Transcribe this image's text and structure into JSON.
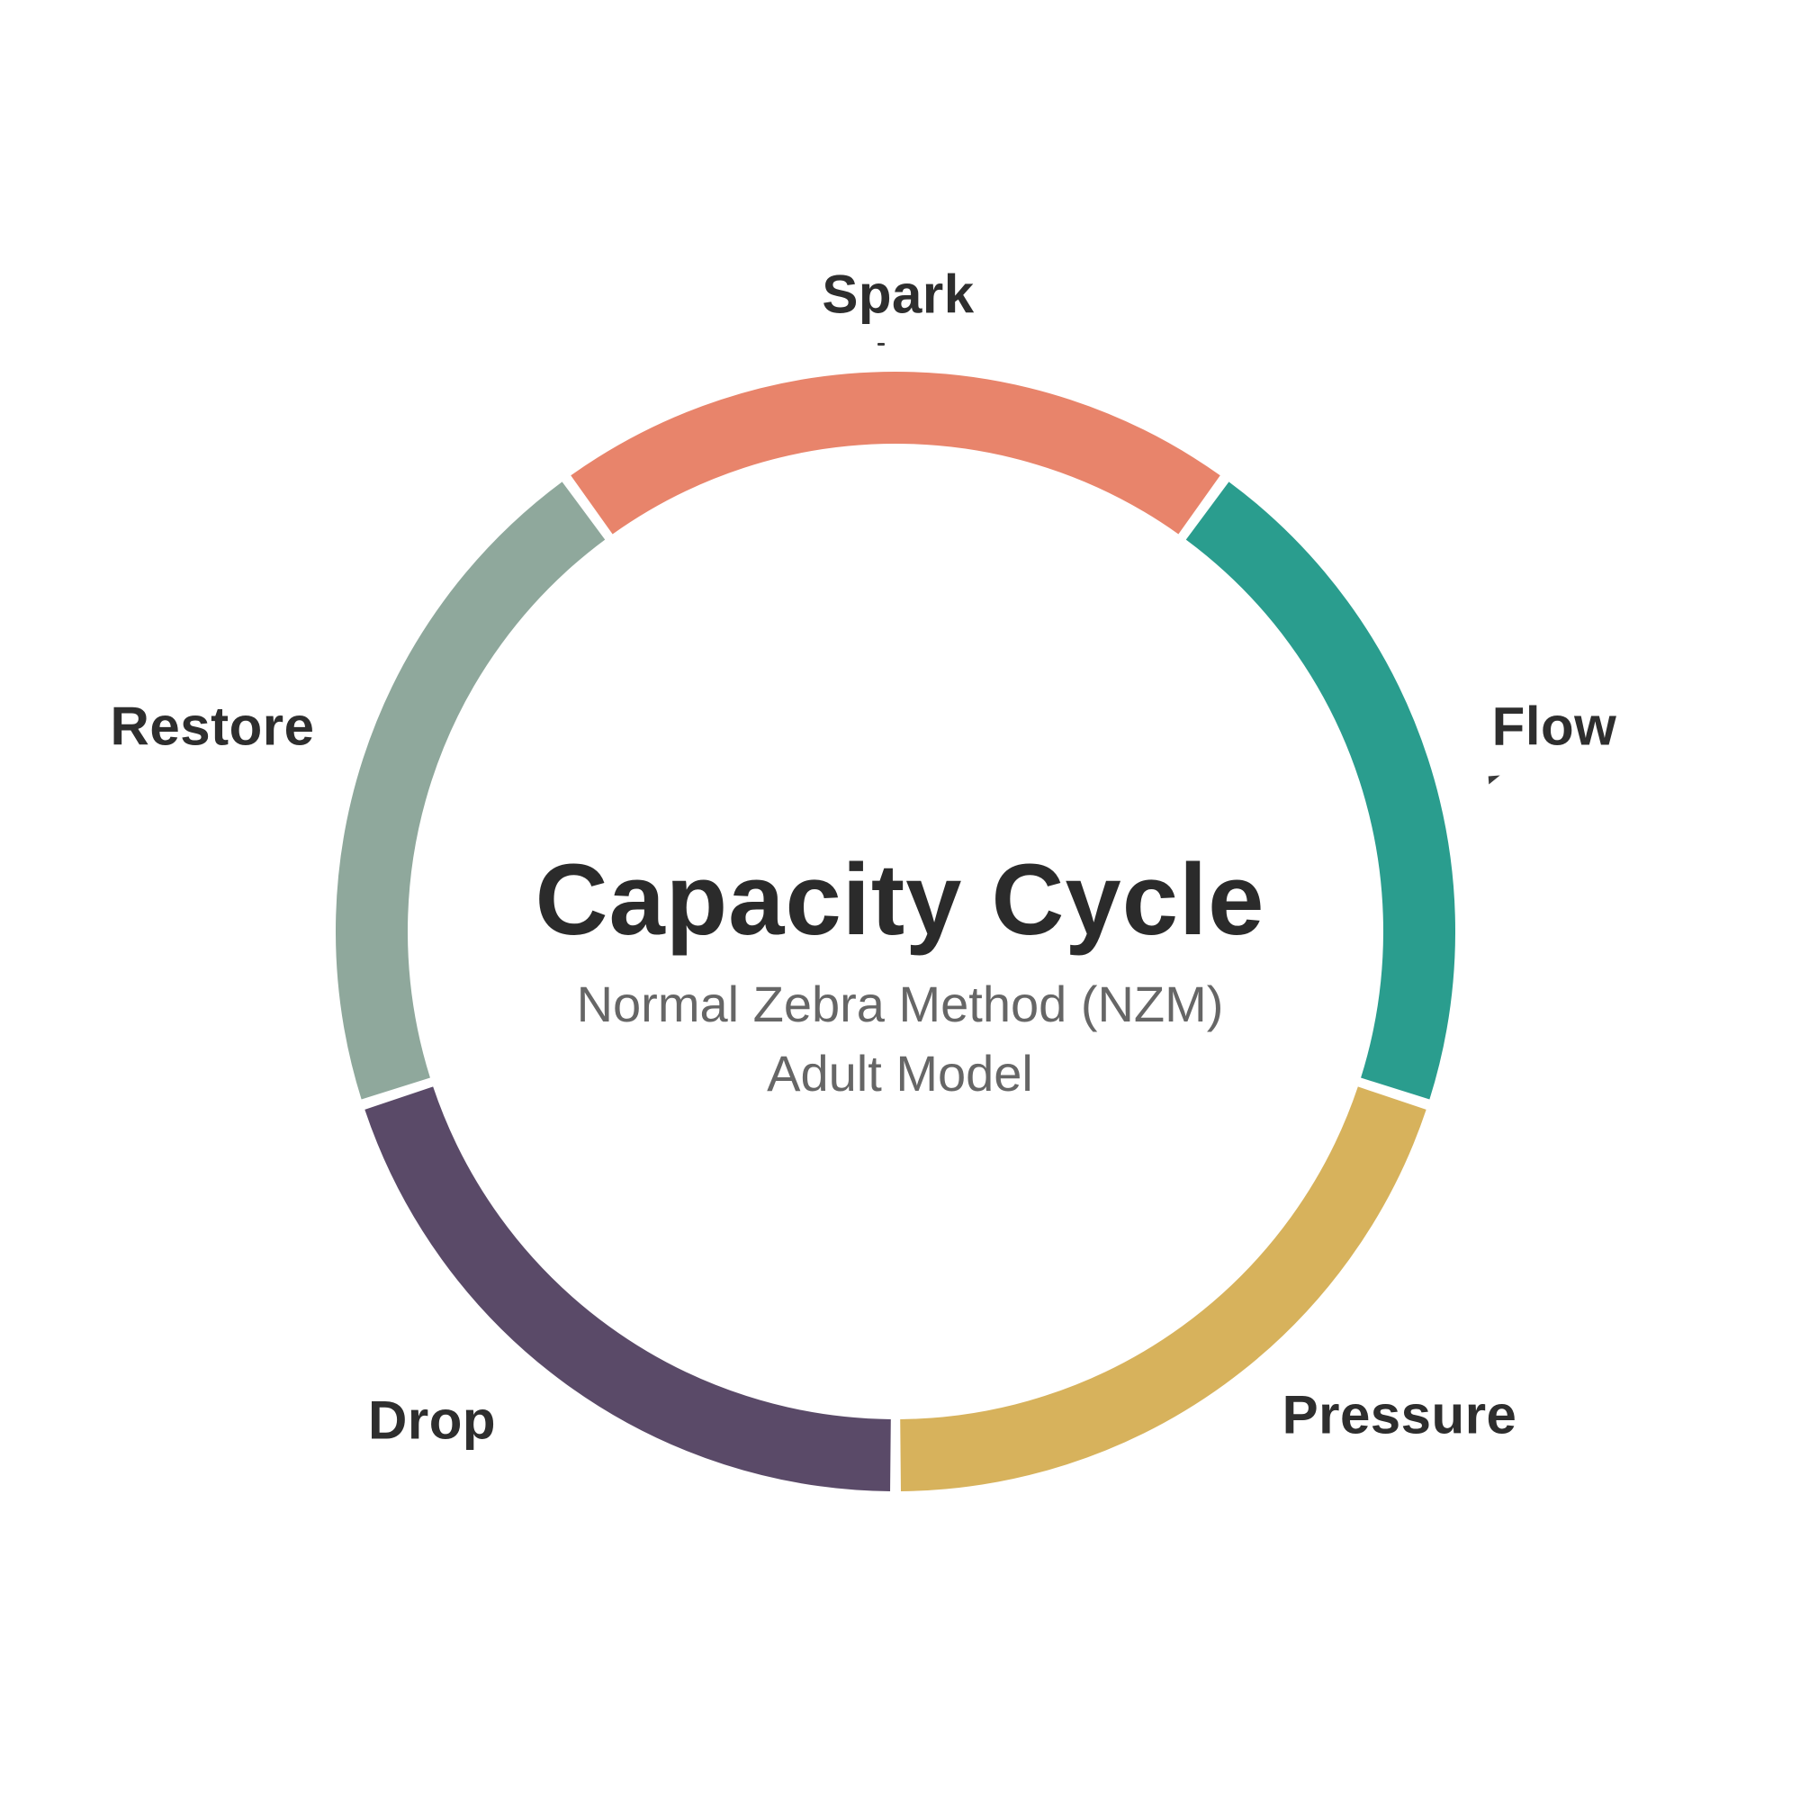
{
  "diagram": {
    "title": "Capacity Cycle",
    "subtitle_line1": "Normal Zebra Method (NZM)",
    "subtitle_line2": "Adult Model",
    "segments": [
      {
        "id": "spark",
        "label": "Spark",
        "color": "#e8846b",
        "start_deg": -36,
        "end_deg": 36
      },
      {
        "id": "flow",
        "label": "Flow",
        "color": "#2a9d8e",
        "start_deg": 36,
        "end_deg": 108
      },
      {
        "id": "pressure",
        "label": "Pressure",
        "color": "#d7b25c",
        "start_deg": 108,
        "end_deg": 180
      },
      {
        "id": "drop",
        "label": "Drop",
        "color": "#5a4a68",
        "start_deg": 180,
        "end_deg": 252
      },
      {
        "id": "restore",
        "label": "Restore",
        "color": "#8fa89c",
        "start_deg": 252,
        "end_deg": 324
      }
    ],
    "text_colors": {
      "title": "#2b2b2b",
      "subtitle": "#666666",
      "segment_labels": "#2e2e2e"
    },
    "background": "#ffffff"
  },
  "chart_data": {
    "type": "pie",
    "variant": "donut-cycle",
    "title": "Capacity Cycle",
    "subtitle": "Normal Zebra Method (NZM) Adult Model",
    "categories": [
      "Spark",
      "Flow",
      "Pressure",
      "Drop",
      "Restore"
    ],
    "values": [
      20,
      20,
      20,
      20,
      20
    ],
    "colors": [
      "#e8846b",
      "#2a9d8e",
      "#d7b25c",
      "#5a4a68",
      "#8fa89c"
    ],
    "start_segment_centered_at_top": "Spark",
    "direction": "clockwise",
    "legend_position": "around-ring"
  }
}
